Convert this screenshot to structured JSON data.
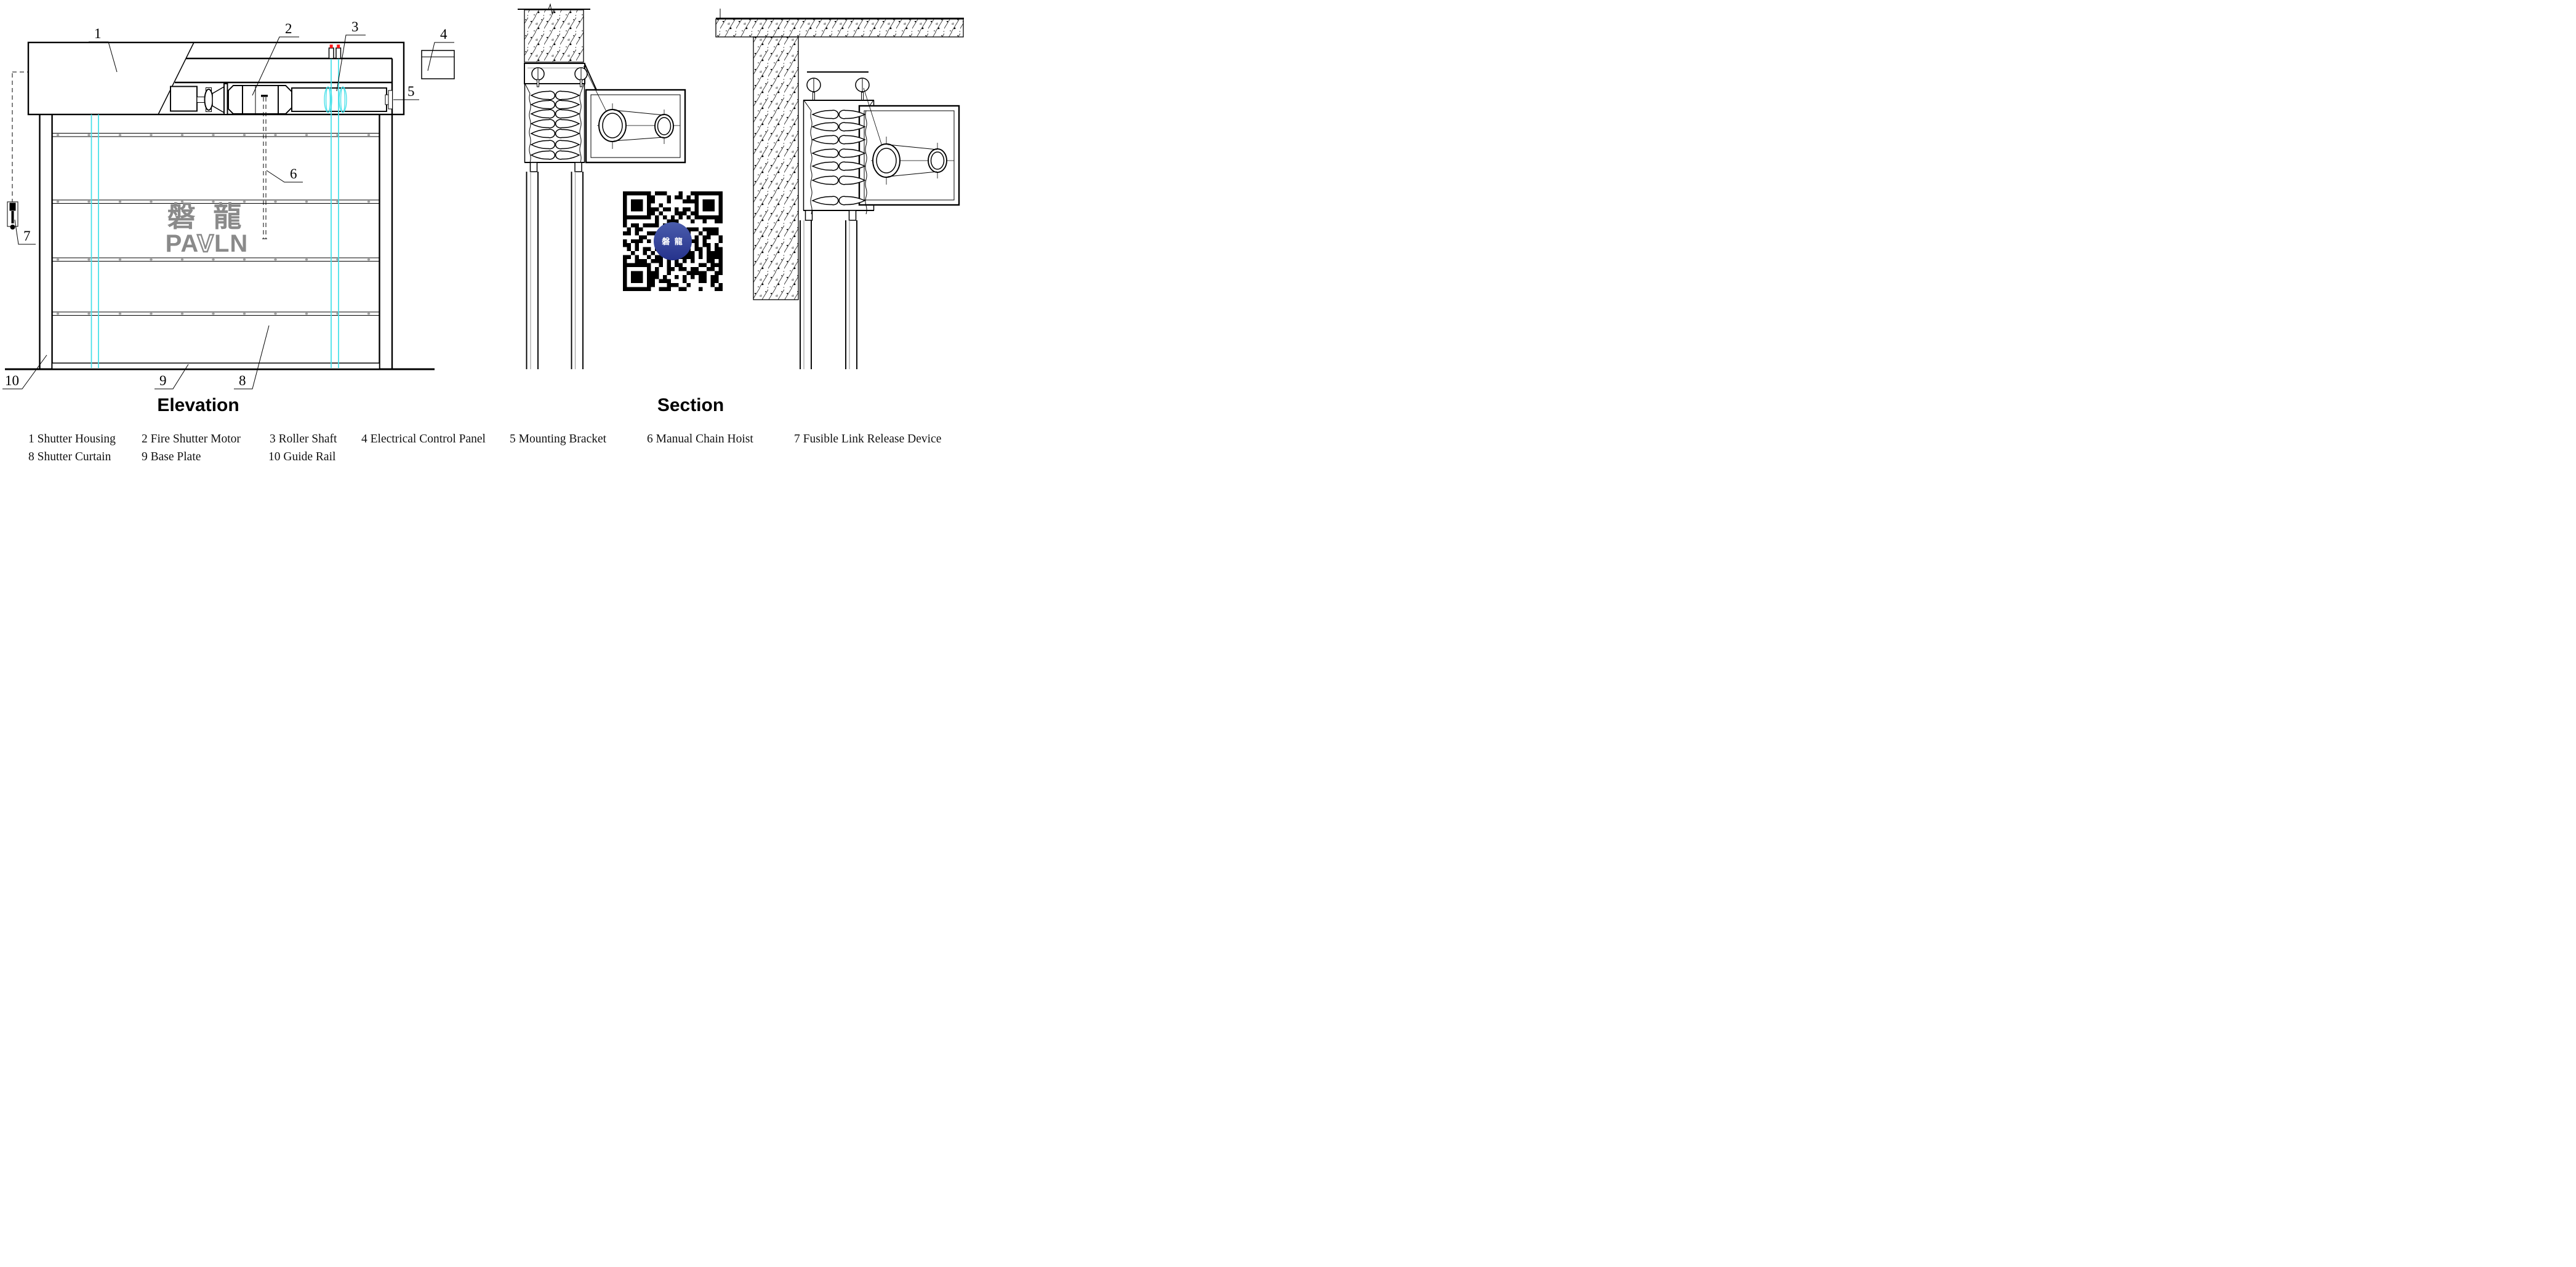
{
  "page": {
    "background": "#ffffff"
  },
  "views": {
    "elevation": {
      "title": "Elevation"
    },
    "section": {
      "title": "Section"
    }
  },
  "logo": {
    "cjk": "磐 龍",
    "latin": "PAVLN",
    "latin_parts": {
      "pa": "PA",
      "v": "V",
      "ln": "LN"
    }
  },
  "qr": {
    "center_text": "磐 龍"
  },
  "callouts": {
    "labels": {
      "c1": "1",
      "c2": "2",
      "c3": "3",
      "c4": "4",
      "c5": "5",
      "c6": "6",
      "c7": "7",
      "c8": "8",
      "c9": "9",
      "c10": "10"
    }
  },
  "legend": {
    "row1": [
      {
        "num": "1",
        "label": "Shutter Housing"
      },
      {
        "num": "2",
        "label": "Fire Shutter Motor"
      },
      {
        "num": "3",
        "label": "Roller Shaft"
      },
      {
        "num": "4",
        "label": "Electrical Control Panel"
      },
      {
        "num": "5",
        "label": "Mounting Bracket"
      },
      {
        "num": "6",
        "label": "Manual Chain Hoist"
      },
      {
        "num": "7",
        "label": "Fusible Link Release Device"
      }
    ],
    "row2": [
      {
        "num": "8",
        "label": "Shutter Curtain"
      },
      {
        "num": "9",
        "label": "Base Plate"
      },
      {
        "num": "10",
        "label": "Guide Rail"
      }
    ]
  },
  "colors": {
    "line": "#000000",
    "cyan": "#3FDFE8",
    "red": "#FF1A1A",
    "logo_gray": "#8A8A8A",
    "rivet_gray": "#9A9A9A",
    "qr_blue": "#26338C",
    "qr_blue_light": "#4A5CAC"
  }
}
